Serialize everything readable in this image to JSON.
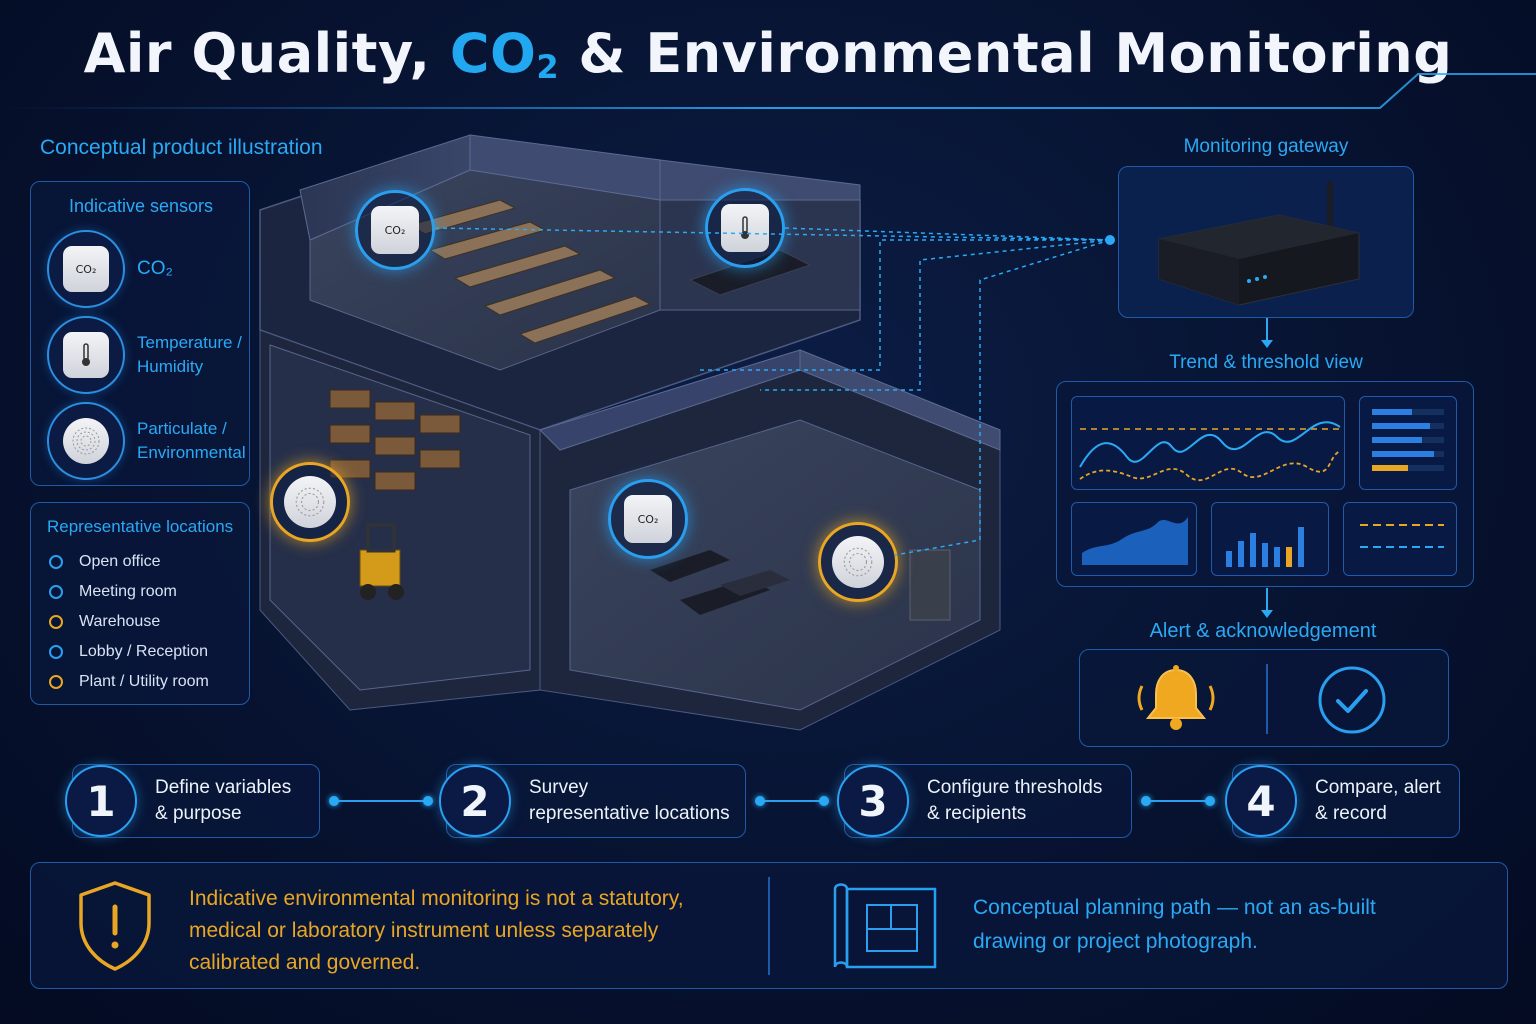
{
  "title": {
    "part1": "Air Quality, ",
    "co": "CO",
    "sub": "2",
    "part2": " & Environmental Monitoring"
  },
  "illustration_label": "Conceptual product illustration",
  "sensors": {
    "heading": "Indicative sensors",
    "items": [
      {
        "icon": "co2-sensor-icon",
        "device_text": "CO₂",
        "label": "CO₂"
      },
      {
        "icon": "thermometer-icon",
        "device_text": "",
        "label_line1": "Temperature /",
        "label_line2": "Humidity"
      },
      {
        "icon": "particulate-sensor-icon",
        "device_text": "",
        "label_line1": "Particulate /",
        "label_line2": "Environmental"
      }
    ]
  },
  "locations": {
    "heading": "Representative locations",
    "items": [
      {
        "label": "Open office",
        "color": "blue"
      },
      {
        "label": "Meeting room",
        "color": "blue"
      },
      {
        "label": "Warehouse",
        "color": "amber"
      },
      {
        "label": "Lobby / Reception",
        "color": "blue"
      },
      {
        "label": "Plant / Utility room",
        "color": "amber"
      }
    ]
  },
  "room_sensor_text": "CO₂",
  "gateway": {
    "label": "Monitoring gateway"
  },
  "trend": {
    "label": "Trend & threshold view"
  },
  "alert": {
    "label": "Alert & acknowledgement"
  },
  "steps": [
    {
      "num": "1",
      "line1": "Define variables",
      "line2": "& purpose"
    },
    {
      "num": "2",
      "line1": "Survey",
      "line2": "representative locations"
    },
    {
      "num": "3",
      "line1": "Configure thresholds",
      "line2": "& recipients"
    },
    {
      "num": "4",
      "line1": "Compare, alert",
      "line2": "& record"
    }
  ],
  "disclaimer": {
    "warning_line1": "Indicative environmental monitoring is not a statutory,",
    "warning_line2": "medical or laboratory instrument unless separately",
    "warning_line3": "calibrated and governed.",
    "note_line1": "Conceptual planning path — not an as-built",
    "note_line2": "drawing or project photograph."
  },
  "colors": {
    "accent": "#2aa9f5",
    "amber": "#e8a624",
    "panel_border": "#1f5aa8"
  }
}
